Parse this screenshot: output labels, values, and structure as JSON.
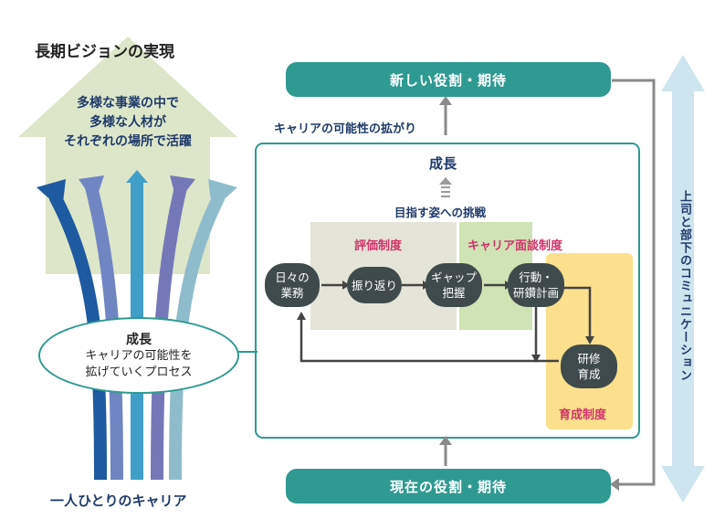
{
  "left": {
    "vision_title": "長期ビジョンの実現",
    "vision_lines": [
      "多様な事業の中で",
      "多様な人材が",
      "それぞれの場所で活躍"
    ],
    "growth_title": "成長",
    "growth_lines": [
      "キャリアの可能性を",
      "拡げていくプロセス"
    ],
    "bottom_label": "一人ひとりのキャリア"
  },
  "top_bar": "新しい役割・期待",
  "bottom_bar": "現在の役割・期待",
  "career_expand": "キャリアの可能性の拡がり",
  "growth": "成長",
  "aim": "目指す姿への挑戦",
  "systems": {
    "evaluation": "評価制度",
    "interview": "キャリア面談制度",
    "development": "育成制度"
  },
  "nodes": {
    "daily": [
      "日々の",
      "業務"
    ],
    "reflect": "振り返り",
    "gap": [
      "ギャップ",
      "把握"
    ],
    "plan": [
      "行動・",
      "研鑽計画"
    ],
    "training": [
      "研修",
      "育成"
    ]
  },
  "right_label": "上司と部下のコミュニケーション",
  "colors": {
    "teal": "#2e9a92",
    "node": "#3f4a4c",
    "pink": "#d1336a",
    "navy": "#1f3a6b",
    "evaluation_bg": "#e4e4d8",
    "interview_bg": "#cfe3b4",
    "development_bg": "#fce08d",
    "light_arrow": "#d6e8ef"
  }
}
